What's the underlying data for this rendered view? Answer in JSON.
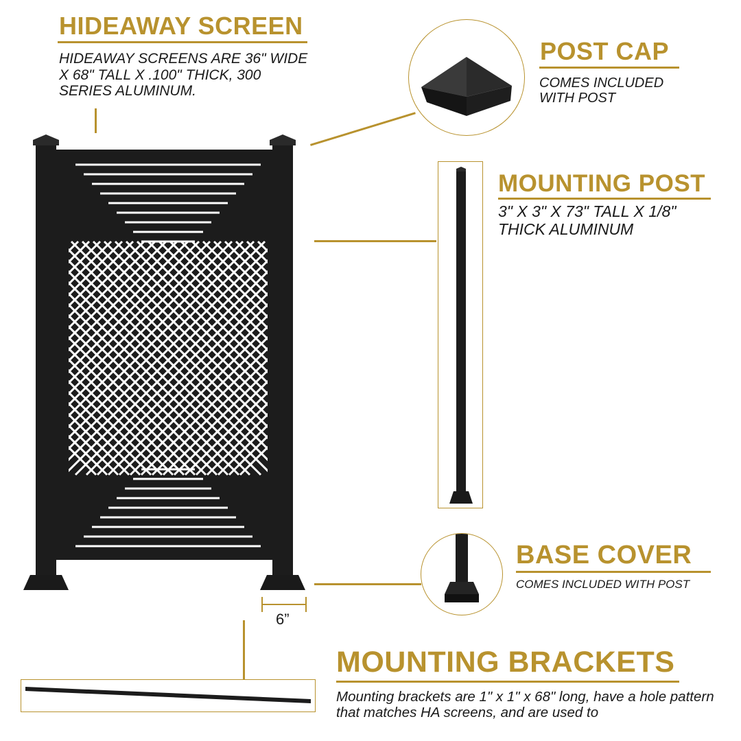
{
  "hideaway_screen": {
    "title": "HIDEAWAY SCREEN",
    "description": "HIDEAWAY SCREENS ARE 36\" WIDE X 68\" TALL X .100\" THICK, 300 SERIES ALUMINUM."
  },
  "post_cap": {
    "title": "POST CAP",
    "description": "COMES INCLUDED WITH POST"
  },
  "mounting_post": {
    "title": "MOUNTING POST",
    "description": "3\" X 3\" X 73\" TALL X 1/8\" THICK ALUMINUM"
  },
  "base_cover": {
    "title": "BASE COVER",
    "description": "COMES INCLUDED WITH POST"
  },
  "dimension": {
    "label": "6”"
  },
  "mounting_brackets": {
    "title": "MOUNTING BRACKETS",
    "description": "Mounting brackets are 1\" x 1\" x 68\" long, have a hole pattern that matches HA screens, and are used to"
  },
  "colors": {
    "accent": "#b8922e",
    "product": "#1c1c1c",
    "text": "#1a1a1a",
    "background": "#ffffff"
  }
}
